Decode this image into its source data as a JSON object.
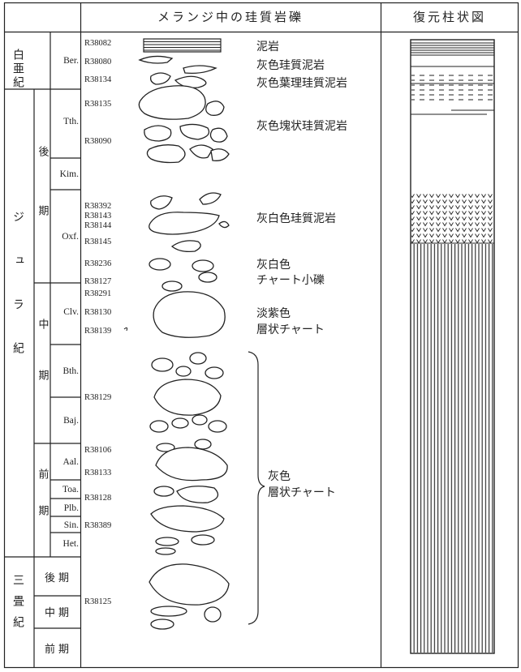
{
  "headers": {
    "clasts": "メランジ中の珪質岩礫",
    "column": "復元柱状図"
  },
  "periods": {
    "cretaceous": "白亜紀",
    "jurassic": "ジュラ紀",
    "triassic": "三畳紀"
  },
  "epochs": {
    "late_jurassic": "後期",
    "middle_jurassic": "中期",
    "early_jurassic": "前期",
    "late_triassic": "後期",
    "middle_triassic": "中期",
    "early_triassic": "前期"
  },
  "stages": [
    "Ber.",
    "Tth.",
    "Kim.",
    "Oxf.",
    "Clv.",
    "Bth.",
    "Baj.",
    "Aal.",
    "Toa.",
    "Plb.",
    "Sin.",
    "Het."
  ],
  "samples": [
    "R38082",
    "R38080",
    "R38134",
    "R38135",
    "R38090",
    "R38392",
    "R38143",
    "R38144",
    "R38145",
    "R38236",
    "R38127",
    "R38291",
    "R38130",
    "R38139",
    "R38129",
    "R38106",
    "R38133",
    "R38128",
    "R38389",
    "R38125"
  ],
  "lithologies": {
    "mudstone": "泥岩",
    "gray_siliceous_mudstone": "灰色珪質泥岩",
    "gray_laminated_siliceous_mudstone": "灰色葉理珪質泥岩",
    "gray_massive_siliceous_mudstone": "灰色塊状珪質泥岩",
    "gray_white_siliceous_mudstone": "灰白色珪質泥岩",
    "gray_white_line1": "灰白色",
    "gray_white_line2": "チャート小礫",
    "pale_purple_line1": "淡紫色",
    "pale_purple_line2": "層状チャート",
    "gray_line1": "灰色",
    "gray_line2": "層状チャート"
  }
}
